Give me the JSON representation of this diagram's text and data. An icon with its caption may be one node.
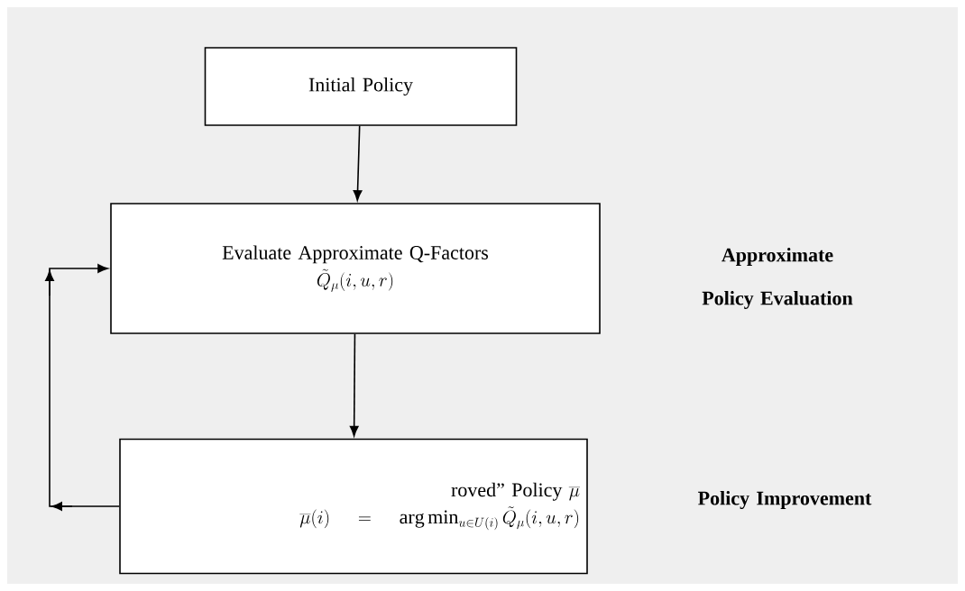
{
  "diagram": {
    "nodes": [
      {
        "text": [
          "Initial Policy"
        ]
      },
      {
        "text": [
          "Evaluate Approximate Q-Factors",
          "\\tilde{Q}_{\\mu}(i,u,r)"
        ]
      },
      {
        "text": [
          "roved” Policy",
          "\\overline{\\mu}",
          "\\overline{\\mu}(i) = \\arg\\min_{u\\in U(i)} \\tilde{Q}_{\\mu}(i,u,r)"
        ]
      }
    ],
    "edges": [
      {
        "from": 0,
        "to": 1,
        "arrow": "to"
      },
      {
        "from": 1,
        "to": 2,
        "arrow": "to"
      },
      {
        "from": 2,
        "to": 1,
        "arrow": "to"
      }
    ],
    "labels": [
      "Approximate Policy Evaluation",
      "Policy Improvement"
    ]
  }
}
